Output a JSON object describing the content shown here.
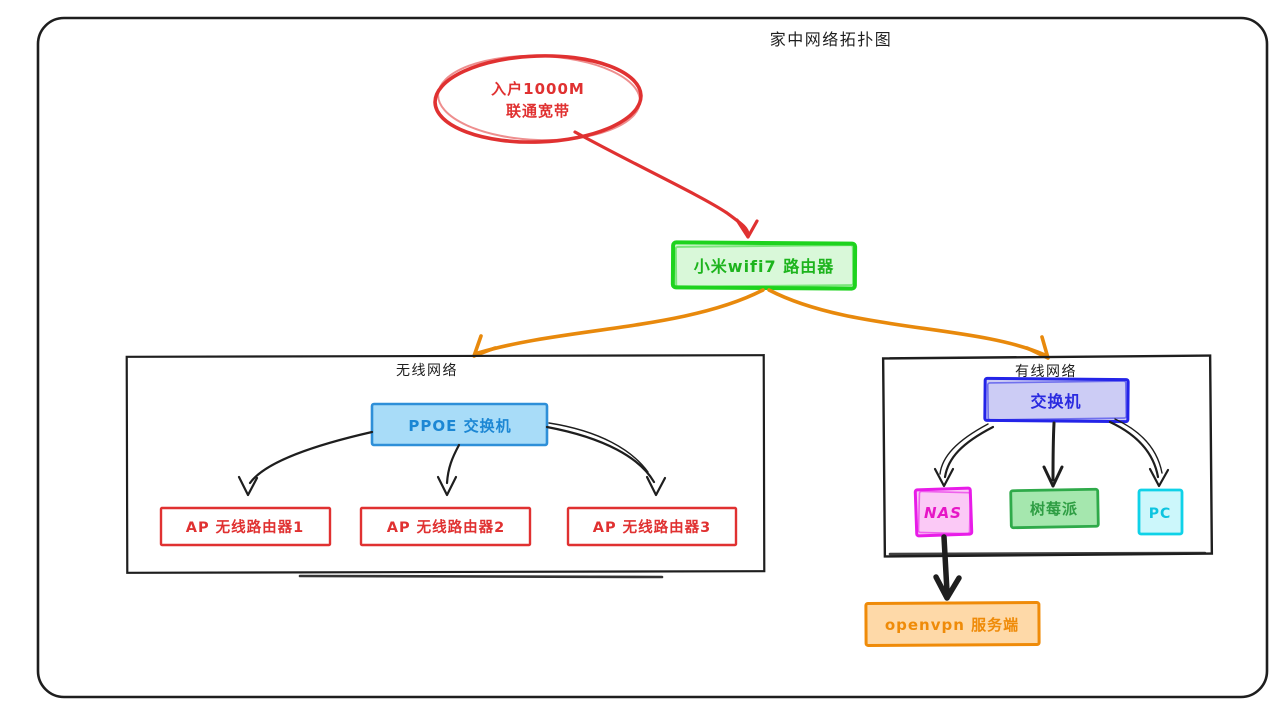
{
  "title": "家中网络拓扑图",
  "colors": {
    "ink": "#1e1e1e",
    "red": "#e03131",
    "orange": "#e8890c",
    "white": "#ffffff",
    "none": "none",
    "router_stroke": "#1ed31e",
    "router_fill": "#d9f8d9",
    "router_text": "#1db41d",
    "ppoe_stroke": "#2e8fd8",
    "ppoe_fill": "#a8dcf8",
    "ppoe_text": "#1c87d4",
    "switch_stroke": "#2424e8",
    "switch_fill": "#ccccf5",
    "switch_text": "#2a2ae0",
    "nas_stroke": "#e81ce8",
    "nas_fill": "#fbc9f6",
    "nas_text": "#e616c6",
    "pi_stroke": "#2faa4a",
    "pi_fill": "#a5e7ae",
    "pi_text": "#2f9e44",
    "pc_stroke": "#0fd2e8",
    "pc_fill": "#ccf7fb",
    "pc_text": "#0cc4e0",
    "vpn_stroke": "#ef8b09",
    "vpn_fill": "#fed9a8",
    "vpn_text": "#ef8b09"
  },
  "nodes": {
    "isp": {
      "line1": "入户1000M",
      "line2": "联通宽带"
    },
    "router": {
      "label": "小米wifi7 路由器"
    },
    "wireless_group": {
      "label": "无线网络"
    },
    "ppoe_switch": {
      "label": "PPOE 交换机"
    },
    "ap1": {
      "label": "AP 无线路由器1"
    },
    "ap2": {
      "label": "AP 无线路由器2"
    },
    "ap3": {
      "label": "AP 无线路由器3"
    },
    "wired_group": {
      "label": "有线网络"
    },
    "switch": {
      "label": "交换机"
    },
    "nas": {
      "label": "NAS"
    },
    "raspberry_pi": {
      "label": "树莓派"
    },
    "pc": {
      "label": "PC"
    },
    "openvpn": {
      "label": "openvpn 服务端"
    }
  }
}
